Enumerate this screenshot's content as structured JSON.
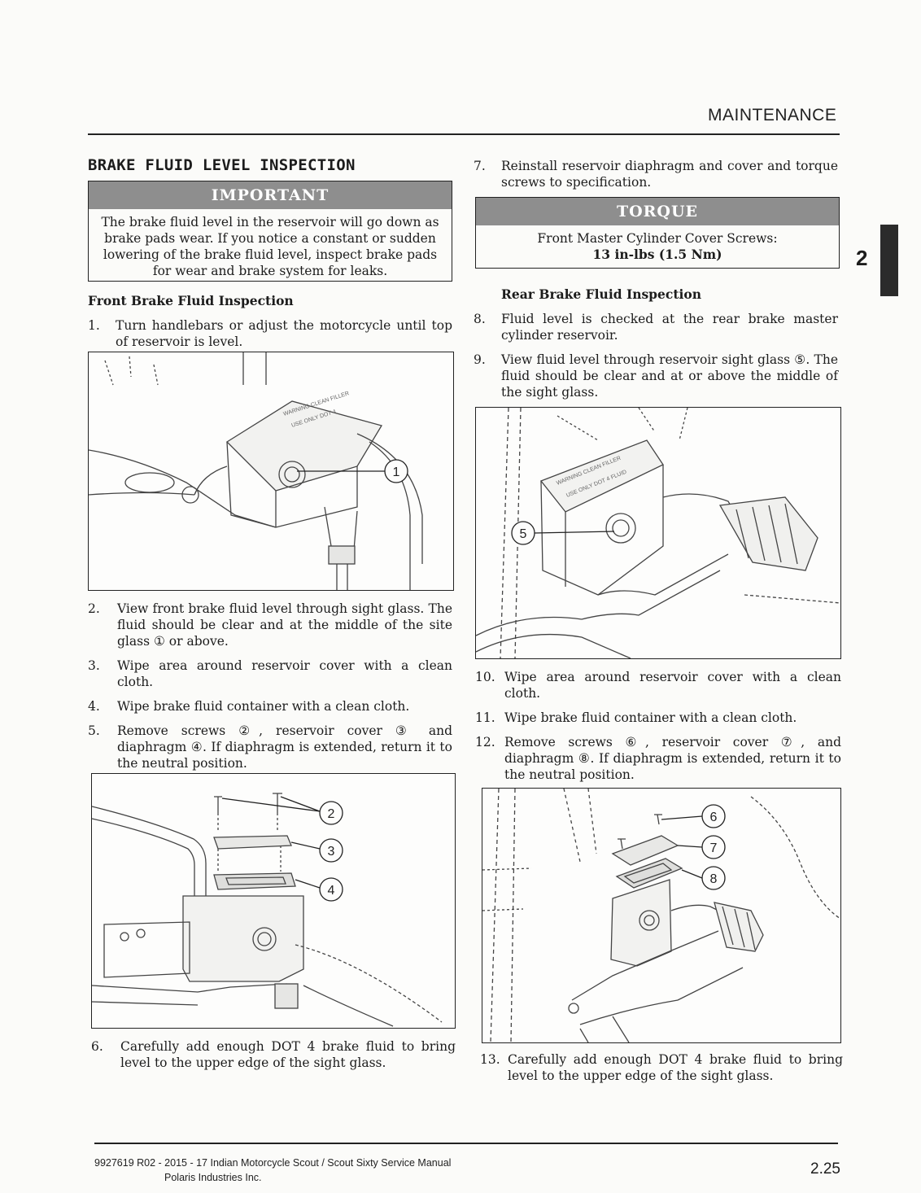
{
  "header": {
    "section": "MAINTENANCE",
    "tab_number": "2"
  },
  "left": {
    "title": "BRAKE FLUID LEVEL INSPECTION",
    "important": {
      "label": "IMPORTANT",
      "text": "The brake fluid level in the reservoir will go down as brake pads wear. If you notice a constant or sudden lowering of the brake fluid level, inspect brake pads for wear and brake system for leaks."
    },
    "subhead": "Front Brake Fluid Inspection",
    "steps_a": [
      {
        "num": "1.",
        "text": "Turn handlebars or adjust the motorcycle until top of reservoir is level."
      }
    ],
    "steps_b": [
      {
        "num": "2.",
        "text": "View front brake fluid level through sight glass. The fluid should be clear and at the middle of the site glass ① or above."
      },
      {
        "num": "3.",
        "text": "Wipe area around reservoir cover with a clean cloth."
      },
      {
        "num": "4.",
        "text": "Wipe brake fluid container with a clean cloth."
      },
      {
        "num": "5.",
        "text": "Remove screws ②, reservoir cover ③ and diaphragm ④. If diaphragm is extended, return it to the neutral position."
      }
    ],
    "steps_c": [
      {
        "num": "6.",
        "text": "Carefully add enough DOT 4 brake fluid to bring level to the upper edge of the sight glass."
      }
    ],
    "fig1_callouts": [
      "1"
    ],
    "fig2_callouts": [
      "2",
      "3",
      "4"
    ]
  },
  "right": {
    "steps_a": [
      {
        "num": "7.",
        "text": "Reinstall reservoir diaphragm and cover and torque screws to specification."
      }
    ],
    "torque": {
      "label": "TORQUE",
      "line1": "Front Master Cylinder Cover Screws:",
      "line2": "13 in-lbs (1.5 Nm)"
    },
    "subhead": "Rear Brake Fluid Inspection",
    "steps_b": [
      {
        "num": "8.",
        "text": "Fluid level is checked at the rear brake master cylinder reservoir."
      },
      {
        "num": "9.",
        "text": "View fluid level through reservoir sight glass ⑤. The fluid should be clear and at or above the middle of the sight glass."
      }
    ],
    "steps_c": [
      {
        "num": "10.",
        "text": "Wipe area around reservoir cover with a clean cloth."
      },
      {
        "num": "11.",
        "text": "Wipe brake fluid container with a clean cloth."
      },
      {
        "num": "12.",
        "text": "Remove screws ⑥, reservoir cover ⑦, and diaphragm ⑧. If diaphragm is extended, return it to the neutral position."
      }
    ],
    "steps_d": [
      {
        "num": "13.",
        "text": "Carefully add enough DOT 4 brake fluid to bring level to the upper edge of the sight glass."
      }
    ],
    "fig3_callouts": [
      "5"
    ],
    "fig4_callouts": [
      "6",
      "7",
      "8"
    ]
  },
  "footer": {
    "line1": "9927619 R02 - 2015 - 17 Indian Motorcycle Scout / Scout Sixty Service Manual",
    "line2": "Polaris Industries Inc.",
    "page": "2.25"
  }
}
